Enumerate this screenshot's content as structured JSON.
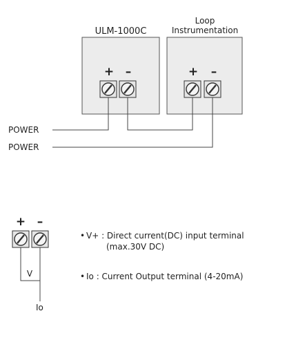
{
  "device_left": {
    "label": "ULM-1000C",
    "plus": "+",
    "minus": "–"
  },
  "device_right": {
    "label_line1": "Loop",
    "label_line2": "Instrumentation",
    "plus": "+",
    "minus": "–"
  },
  "power_labels": [
    "POWER",
    "POWER"
  ],
  "legend_terminal": {
    "plus": "+",
    "minus": "–",
    "v_label": "V",
    "io_label": "Io"
  },
  "notes": [
    {
      "bullet": "•",
      "line1": "V+ : Direct current(DC) input terminal",
      "line2": "(max.30V DC)"
    },
    {
      "bullet": "•",
      "line1": "Io  : Current Output terminal (4-20mA)"
    }
  ]
}
